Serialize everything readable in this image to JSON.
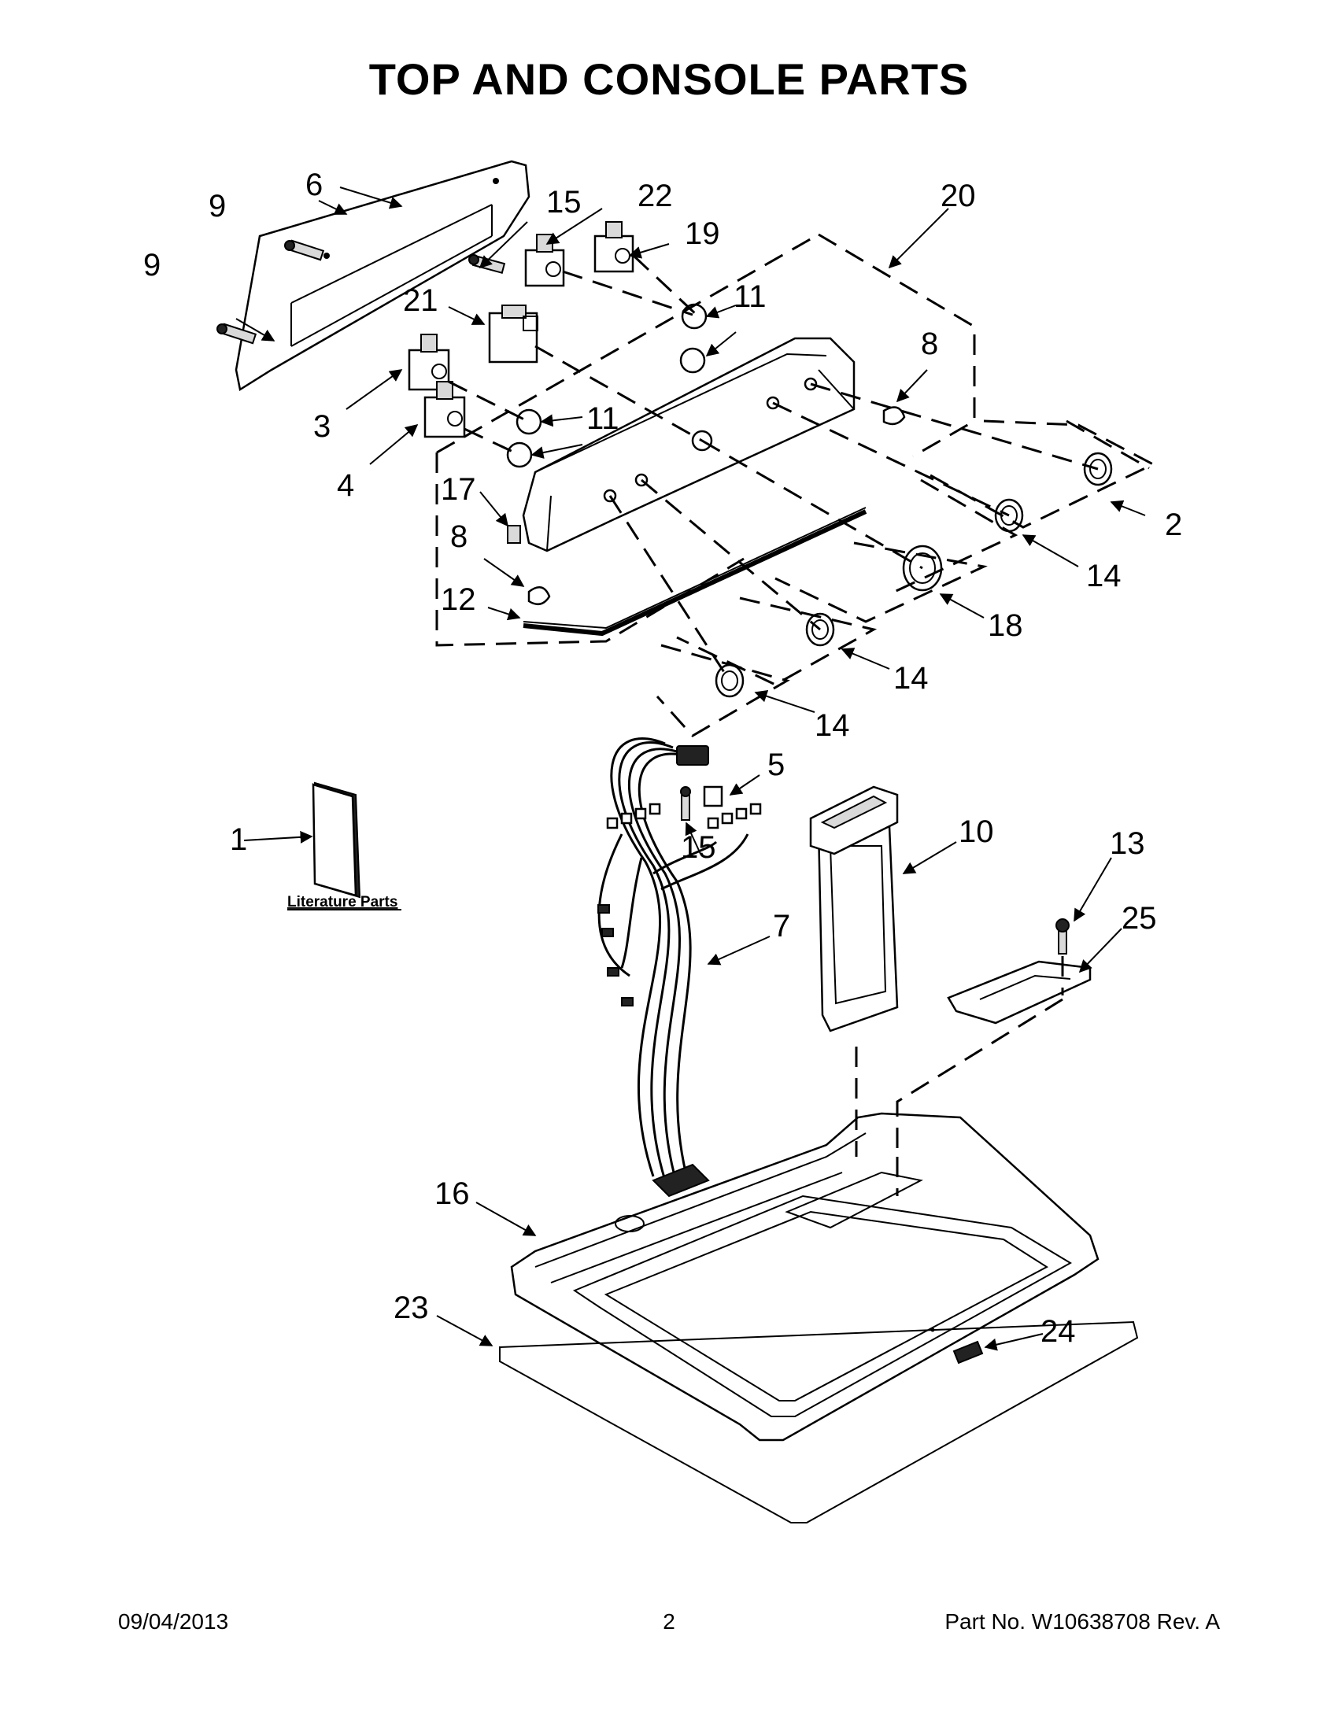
{
  "title": "TOP AND CONSOLE PARTS",
  "literature_label": "Literature Parts",
  "footer": {
    "date": "09/04/2013",
    "page": "2",
    "part_no": "Part No.  W10638708  Rev.  A"
  },
  "callouts": {
    "c1": "1",
    "c2": "2",
    "c3": "3",
    "c4": "4",
    "c5": "5",
    "c6": "6",
    "c7": "7",
    "c8a": "8",
    "c8b": "8",
    "c9a": "9",
    "c9b": "9",
    "c10": "10",
    "c11a": "11",
    "c11b": "11",
    "c12": "12",
    "c13": "13",
    "c14a": "14",
    "c14b": "14",
    "c14c": "14",
    "c15a": "15",
    "c15b": "15",
    "c16": "16",
    "c17": "17",
    "c18": "18",
    "c19": "19",
    "c20": "20",
    "c21": "21",
    "c22": "22",
    "c23": "23",
    "c24": "24",
    "c25": "25"
  }
}
